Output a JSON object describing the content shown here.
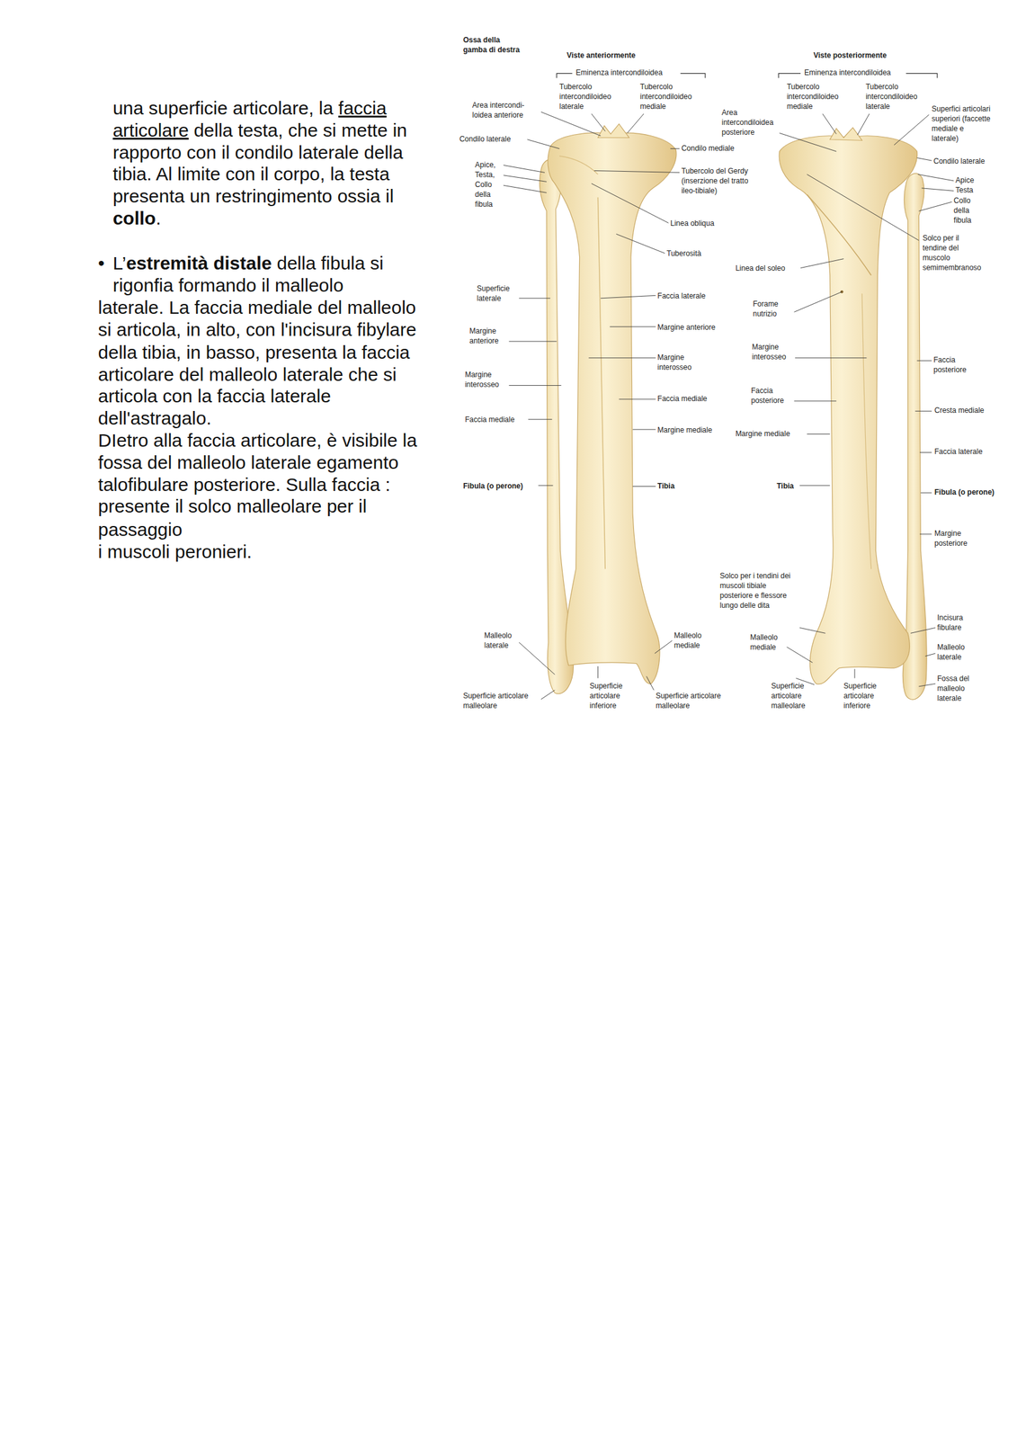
{
  "diagram": {
    "labels": [
      "una superficie articolare, la",
      "faccia",
      "articolare",
      "della testa, che si mette in",
      "rapporto con il condilo laterale della",
      "tibia. Al limite con il corpo, la testa",
      "presenta un restringimento ossia il",
      "collo",
      ".",
      "•",
      "L’",
      "estremità distale",
      "della fibula si",
      "rigonfia formando il malleolo",
      "laterale. La faccia mediale del malleolo",
      "si articola, in alto, con l'incisura fibylare",
      "della tibia, in basso, presenta la faccia",
      "articolare del malleolo laterale che si",
      "articola con la faccia laterale",
      "dell'astragalo.",
      "DIetro alla faccia articolare, è visibile la",
      "fossa del malleolo laterale egamento",
      "talofibulare posteriore. Sulla faccia :",
      "presente il solco malleolare per il",
      "passaggio",
      "i muscoli peronieri.",
      "Ossa della gamba di destra",
      "Viste anteriormente",
      "Viste posteriormente",
      "Eminenza intercondiloidea",
      "Eminenza intercondiloidea",
      "Tubercolo intercondiloideo laterale",
      "Tubercolo intercondiloideo mediale",
      "Area intercondi- loidea anteriore",
      "Condilo laterale",
      "Apice, Testa, Collo della fibula",
      "Condilo mediale",
      "Tubercolo del Gerdy (inserzione del tratto ileo-tibiale)",
      "Linea obliqua",
      "Tuberosità",
      "Superficie laterale",
      "Faccia laterale",
      "Margine anteriore",
      "Margine anteriore",
      "Margine interosseo",
      "Margine interosseo",
      "Faccia mediale",
      "Faccia mediale",
      "Margine mediale",
      "Fibula (o perone)",
      "Tibia",
      "Malleolo laterale",
      "Malleolo mediale",
      "Superficie articolare malleolare",
      "Superficie articolare inferiore",
      "Superficie articolare malleolare",
      "Tubercolo intercondiloideo mediale",
      "Tubercolo intercondiloideo laterale",
      "Area intercondiloidea posteriore",
      "Superfici articolari superiori (faccette mediale e laterale)",
      "Condilo laterale",
      "Apice",
      "Testa",
      "Collo della fibula",
      "Solco per il tendine del muscolo semimembranoso",
      "Linea del soleo",
      "Forame nutrizio",
      "Margine interosseo",
      "Faccia posteriore",
      "Margine mediale",
      "Tibia",
      "Faccia posteriore",
      "Cresta mediale",
      "Faccia laterale",
      "Fibula (o perone)",
      "Margine posteriore",
      "Solco per i tendini dei muscoli tibiale posteriore e flessore lungo delle dita",
      "Malleolo mediale",
      "Incisura fibulare",
      "Malleolo laterale",
      "Fossa del malleolo laterale",
      "Superficie articolare malleolare",
      "Superficie articolare inferiore"
    ]
  }
}
